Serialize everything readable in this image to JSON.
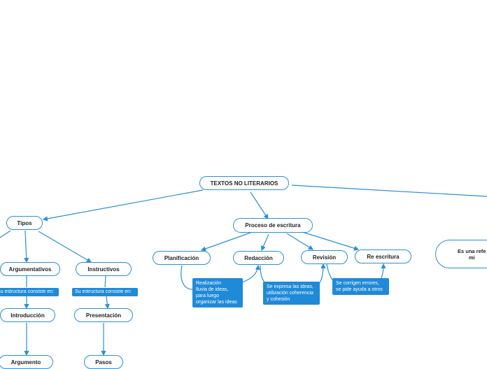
{
  "root": {
    "label": "TEXTOS NO LITERARIOS"
  },
  "tipos": {
    "label": "Tipos"
  },
  "argumentativos": {
    "label": "Argumentativos"
  },
  "instructivos": {
    "label": "Instructivos"
  },
  "estructura_arg": {
    "label": "Su estructura consiste en:"
  },
  "estructura_inst": {
    "label": "Su estructura consiste en:"
  },
  "introduccion": {
    "label": "Introducción"
  },
  "presentacion": {
    "label": "Presentación"
  },
  "argumento": {
    "label": "Argumento"
  },
  "pasos": {
    "label": "Pasos"
  },
  "proceso": {
    "label": "Proceso de escritura"
  },
  "planificacion": {
    "label": "Planificación"
  },
  "redaccion": {
    "label": "Redacción"
  },
  "revision": {
    "label": "Revisión"
  },
  "reescritura": {
    "label": "Re escritura"
  },
  "note_planificacion": {
    "text": "Realización\nlluvia de ideas,\npara luego\norganizar las ideas"
  },
  "note_redaccion": {
    "text": "Se expresa las ideas,\nutilización coherencia\ny cohesión"
  },
  "note_revision": {
    "text": "Se corrigen errores,\nse pide ayuda a otros"
  },
  "right_node": {
    "label": "Es una refe\nmi"
  }
}
